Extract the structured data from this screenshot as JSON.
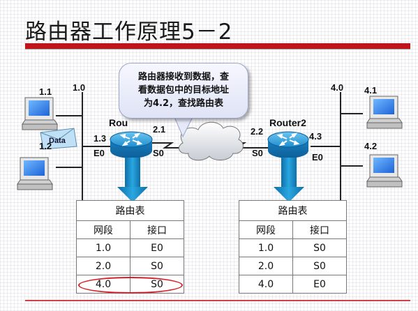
{
  "title": "路由器工作原理5－2",
  "callout": {
    "lines": [
      "路由器接收到数据，查",
      "看数据包中的目标地址",
      "为4.2，查找路由表"
    ]
  },
  "labels": {
    "pc_1_1": "1.1",
    "pc_1_2": "1.2",
    "net_1_0": "1.0",
    "net_4_0": "4.0",
    "pc_4_1": "4.1",
    "pc_4_2": "4.2",
    "r1_name_visible": "Rou",
    "r1_e0_ip": "1.3",
    "r1_e0": "E0",
    "r1_s0_ip": "2.1",
    "r1_s0": "S0",
    "r2_name": "Router2",
    "r2_s0_ip": "2.2",
    "r2_s0": "S0",
    "r2_e0_ip": "4.3",
    "r2_e0": "E0",
    "data_packet": "Data"
  },
  "routing_table_1": {
    "title": "路由表",
    "headers": [
      "网段",
      "接口"
    ],
    "rows": [
      [
        "1.0",
        "E0"
      ],
      [
        "2.0",
        "S0"
      ],
      [
        "4.0",
        "S0"
      ]
    ],
    "highlighted_row": 2
  },
  "routing_table_2": {
    "title": "路由表",
    "headers": [
      "网段",
      "接口"
    ],
    "rows": [
      [
        "1.0",
        "S0"
      ],
      [
        "2.0",
        "S0"
      ],
      [
        "4.0",
        "E0"
      ]
    ]
  },
  "colors": {
    "accent_red": "#c0141c",
    "router_blue": "#1f8fcf",
    "arrow_blue": "#1587c4",
    "highlight_oval": "#d8202a"
  }
}
